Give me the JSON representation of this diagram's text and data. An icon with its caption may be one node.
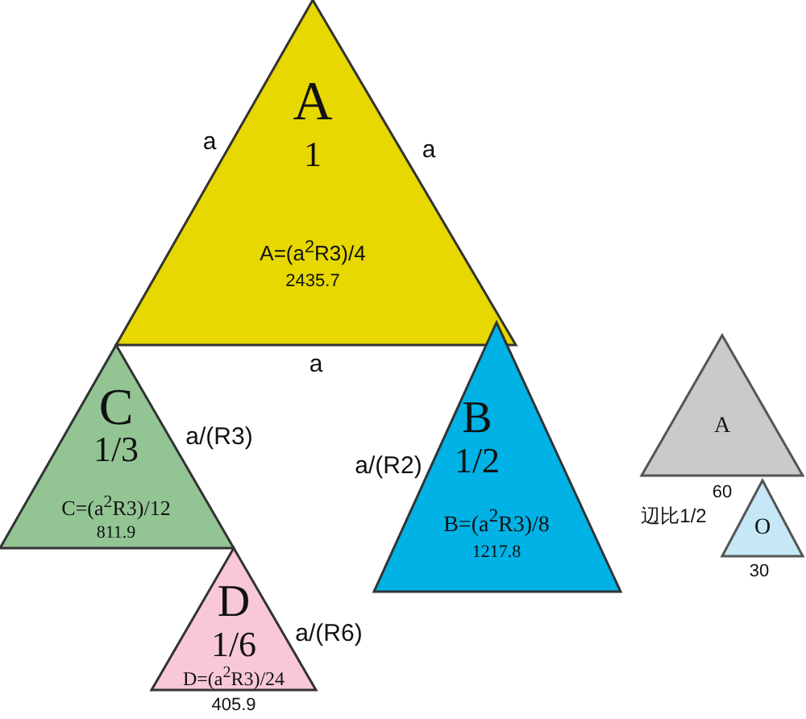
{
  "diagram": {
    "nodes": [
      {
        "text": [
          "A",
          "1",
          "A=(a$^{2}$R3)/4",
          "2435.7"
        ]
      },
      {
        "text": [
          "C",
          "1/3",
          "C=(a$^{2}$R3)/12",
          "811.9"
        ]
      },
      {
        "text": [
          "D",
          "1/6",
          "D=(a$^{2}$R3)/24"
        ],
        "beside": [
          "405.9"
        ]
      },
      {
        "text": [
          "B",
          "1/2",
          "B=(a$^{2}$R3)/8",
          "1217.8"
        ]
      },
      {
        "text": [
          "A"
        ],
        "beside": [
          "60"
        ]
      },
      {
        "text": [
          "O"
        ],
        "beside": [
          "30"
        ]
      }
    ],
    "labels": [
      "a",
      "a",
      "a",
      "a/(R3)",
      "a/(R2)",
      "a/(R6)",
      "辺比1/2"
    ]
  }
}
